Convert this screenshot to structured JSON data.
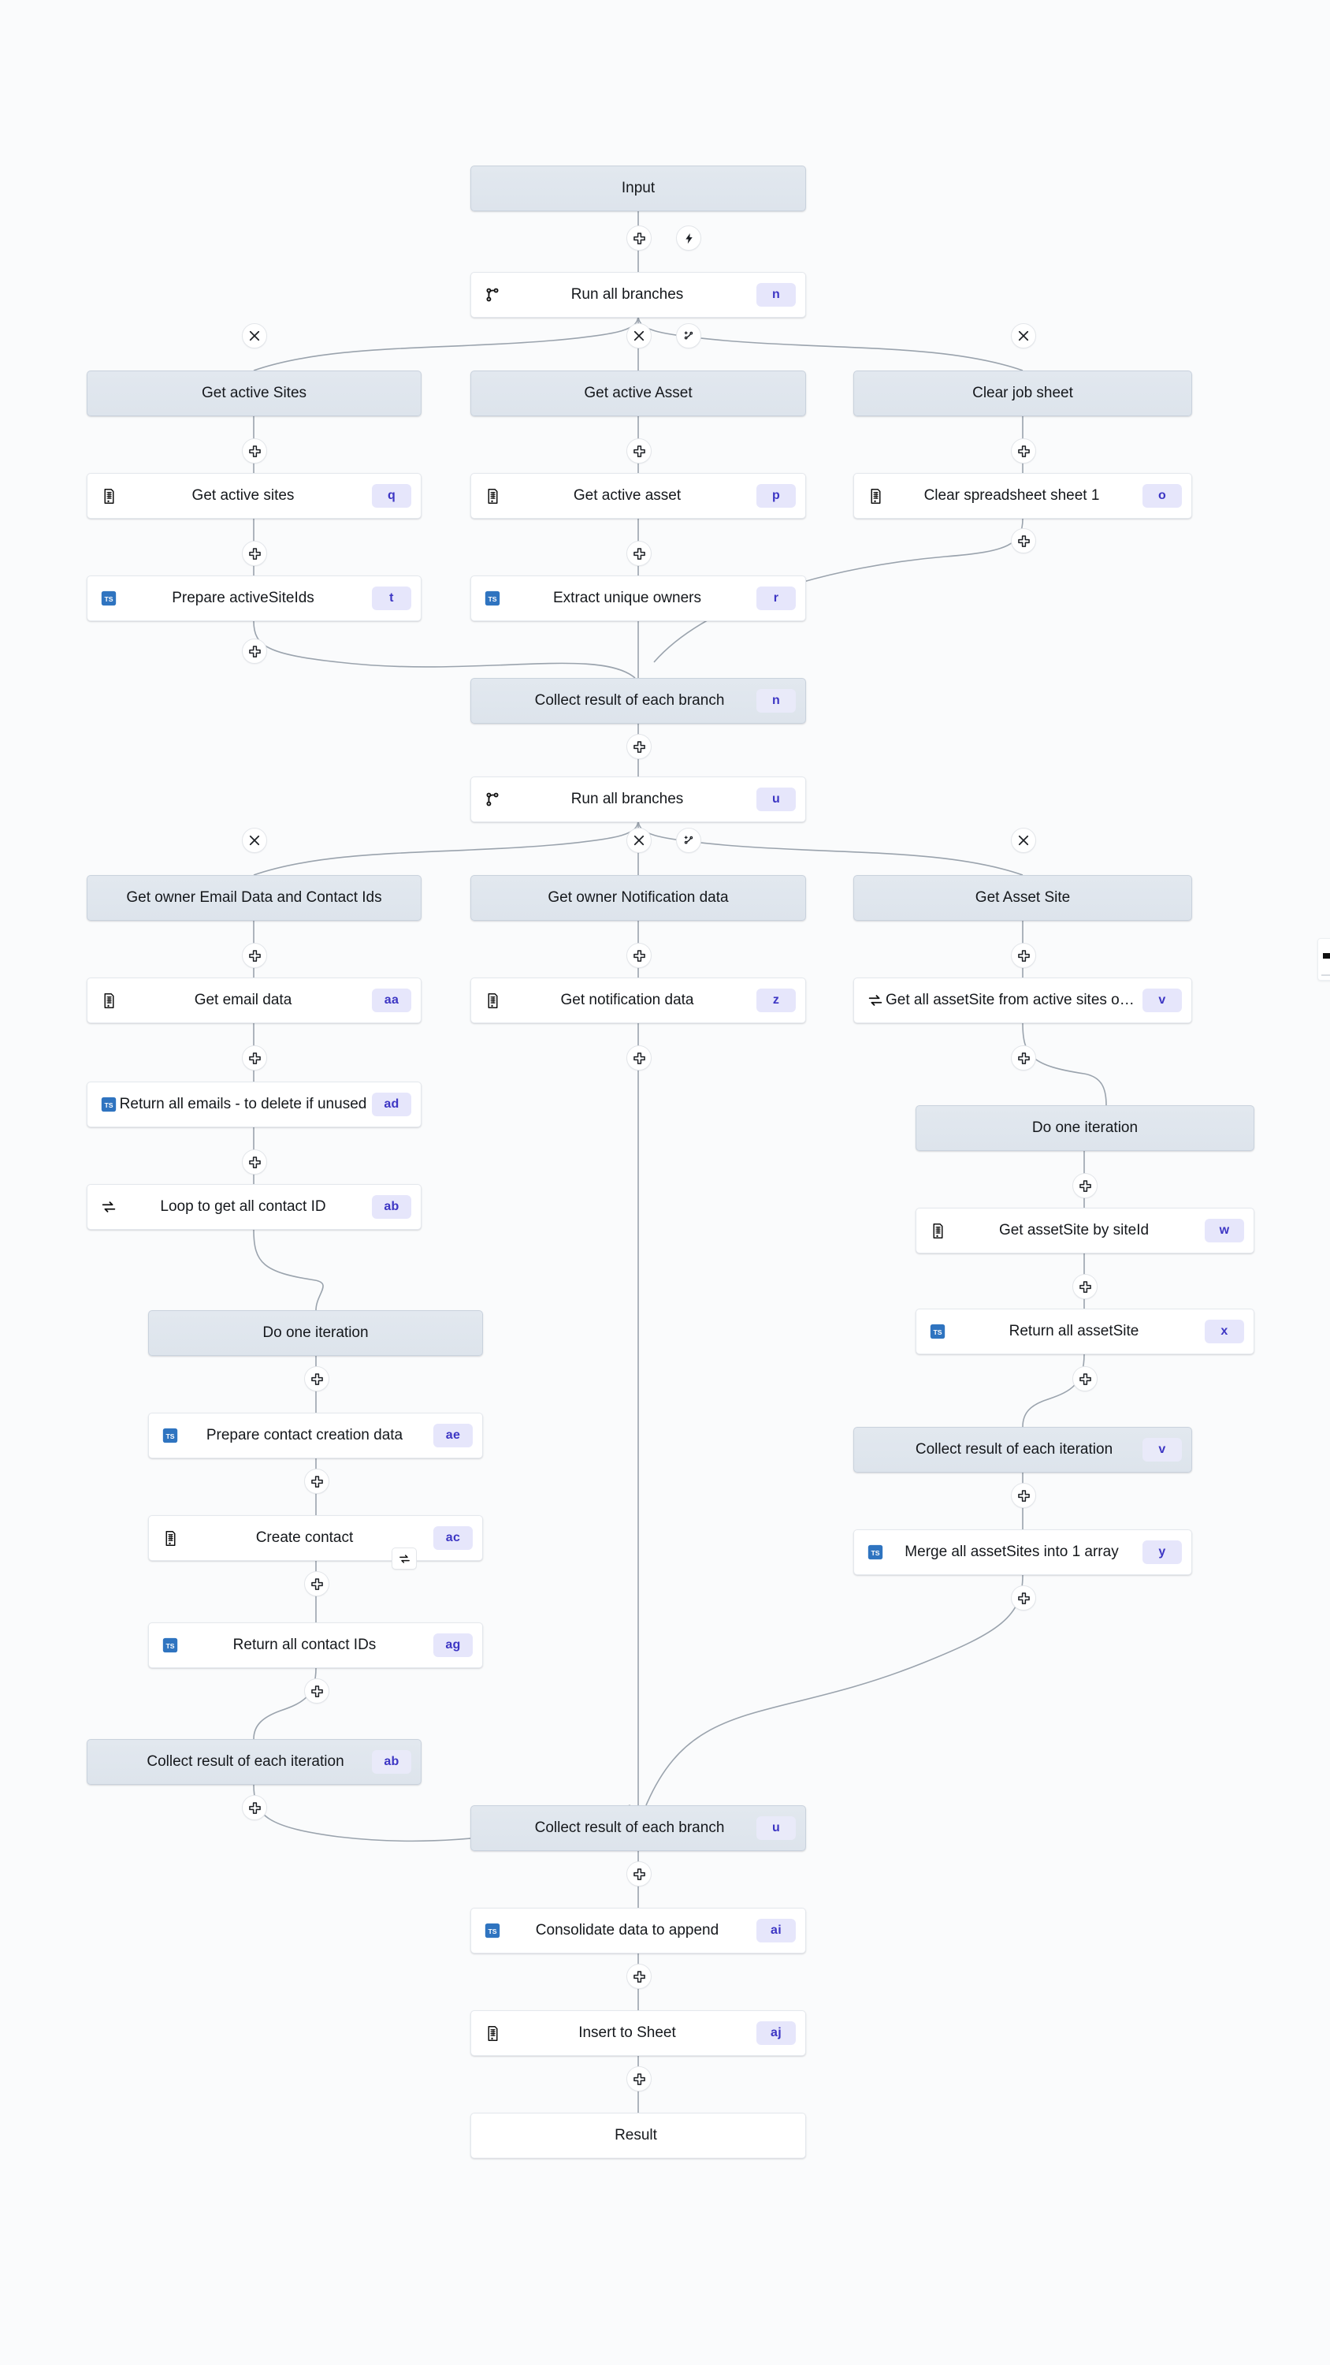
{
  "canvas": {
    "background": "#fafbfc",
    "grey_node_bg": "#e2e8ef",
    "badge_bg": "#e6e6fb",
    "badge_fg": "#3d36c4",
    "ts_icon_bg": "#2f74c0",
    "edge_color": "#9aa3ad"
  },
  "nodes": {
    "input": {
      "label": "Input",
      "badge": "",
      "icon": "none",
      "style": "grey"
    },
    "run_all_branches_1": {
      "label": "Run all branches",
      "badge": "n",
      "icon": "branch",
      "style": "white"
    },
    "get_active_sites_grp": {
      "label": "Get active Sites",
      "badge": "",
      "icon": "none",
      "style": "grey"
    },
    "get_active_asset_grp": {
      "label": "Get active Asset",
      "badge": "",
      "icon": "none",
      "style": "grey"
    },
    "clear_job_sheet_grp": {
      "label": "Clear job sheet",
      "badge": "",
      "icon": "none",
      "style": "grey"
    },
    "get_active_sites": {
      "label": "Get active sites",
      "badge": "q",
      "icon": "sheets",
      "style": "white"
    },
    "get_active_asset": {
      "label": "Get active asset",
      "badge": "p",
      "icon": "sheets",
      "style": "white"
    },
    "clear_spreadsheet": {
      "label": "Clear spreadsheet sheet 1",
      "badge": "o",
      "icon": "sheets",
      "style": "white"
    },
    "prepare_activesiteids": {
      "label": "Prepare activeSiteIds",
      "badge": "t",
      "icon": "typescript",
      "style": "white"
    },
    "extract_unique_owners": {
      "label": "Extract unique owners",
      "badge": "r",
      "icon": "typescript",
      "style": "white"
    },
    "collect_branch_1": {
      "label": "Collect result of each branch",
      "badge": "n",
      "icon": "none",
      "style": "grey"
    },
    "run_all_branches_2": {
      "label": "Run all branches",
      "badge": "u",
      "icon": "branch",
      "style": "white"
    },
    "get_owner_email_grp": {
      "label": "Get owner Email Data and Contact Ids",
      "badge": "",
      "icon": "none",
      "style": "grey"
    },
    "get_owner_notif_grp": {
      "label": "Get owner Notification data",
      "badge": "",
      "icon": "none",
      "style": "grey"
    },
    "get_asset_site_grp": {
      "label": "Get Asset Site",
      "badge": "",
      "icon": "none",
      "style": "grey"
    },
    "get_email_data": {
      "label": "Get email data",
      "badge": "aa",
      "icon": "sheets",
      "style": "white"
    },
    "get_notification_data": {
      "label": "Get notification data",
      "badge": "z",
      "icon": "sheets",
      "style": "white"
    },
    "get_all_assetsite": {
      "label": "Get all assetSite from active sites only",
      "badge": "v",
      "icon": "loop",
      "style": "white"
    },
    "return_all_emails": {
      "label": "Return all emails - to delete if unused",
      "badge": "ad",
      "icon": "typescript",
      "style": "white"
    },
    "do_one_iteration_r": {
      "label": "Do one iteration",
      "badge": "",
      "icon": "none",
      "style": "grey"
    },
    "loop_contact_id": {
      "label": "Loop to get all contact ID",
      "badge": "ab",
      "icon": "loop",
      "style": "white"
    },
    "get_assetsite_siteid": {
      "label": "Get assetSite by siteId",
      "badge": "w",
      "icon": "sheets",
      "style": "white"
    },
    "do_one_iteration_l": {
      "label": "Do one iteration",
      "badge": "",
      "icon": "none",
      "style": "grey"
    },
    "return_all_assetsite": {
      "label": "Return all assetSite",
      "badge": "x",
      "icon": "typescript",
      "style": "white"
    },
    "prepare_contact_data": {
      "label": "Prepare contact creation data",
      "badge": "ae",
      "icon": "typescript",
      "style": "white"
    },
    "collect_iter_right": {
      "label": "Collect result of each iteration",
      "badge": "v",
      "icon": "none",
      "style": "grey"
    },
    "create_contact": {
      "label": "Create contact",
      "badge": "ac",
      "icon": "sheets",
      "style": "white"
    },
    "merge_assetsites": {
      "label": "Merge all assetSites into 1 array",
      "badge": "y",
      "icon": "typescript",
      "style": "white"
    },
    "return_all_contact_ids": {
      "label": "Return all contact IDs",
      "badge": "ag",
      "icon": "typescript",
      "style": "white"
    },
    "collect_iter_left": {
      "label": "Collect result of each iteration",
      "badge": "ab",
      "icon": "none",
      "style": "grey"
    },
    "collect_branch_2": {
      "label": "Collect result of each branch",
      "badge": "u",
      "icon": "none",
      "style": "grey"
    },
    "consolidate_data": {
      "label": "Consolidate data to append",
      "badge": "ai",
      "icon": "typescript",
      "style": "white"
    },
    "insert_to_sheet": {
      "label": "Insert to Sheet",
      "badge": "aj",
      "icon": "sheets",
      "style": "white"
    },
    "result": {
      "label": "Result",
      "badge": "",
      "icon": "none",
      "style": "white"
    }
  },
  "icon_names": {
    "plus": "plus-icon",
    "lightning": "lightning-icon",
    "close": "close-icon",
    "add_branch": "add-branch-icon",
    "branch": "branch-icon",
    "loop": "loop-icon",
    "sheets": "spreadsheet-icon",
    "typescript": "typescript-icon"
  }
}
